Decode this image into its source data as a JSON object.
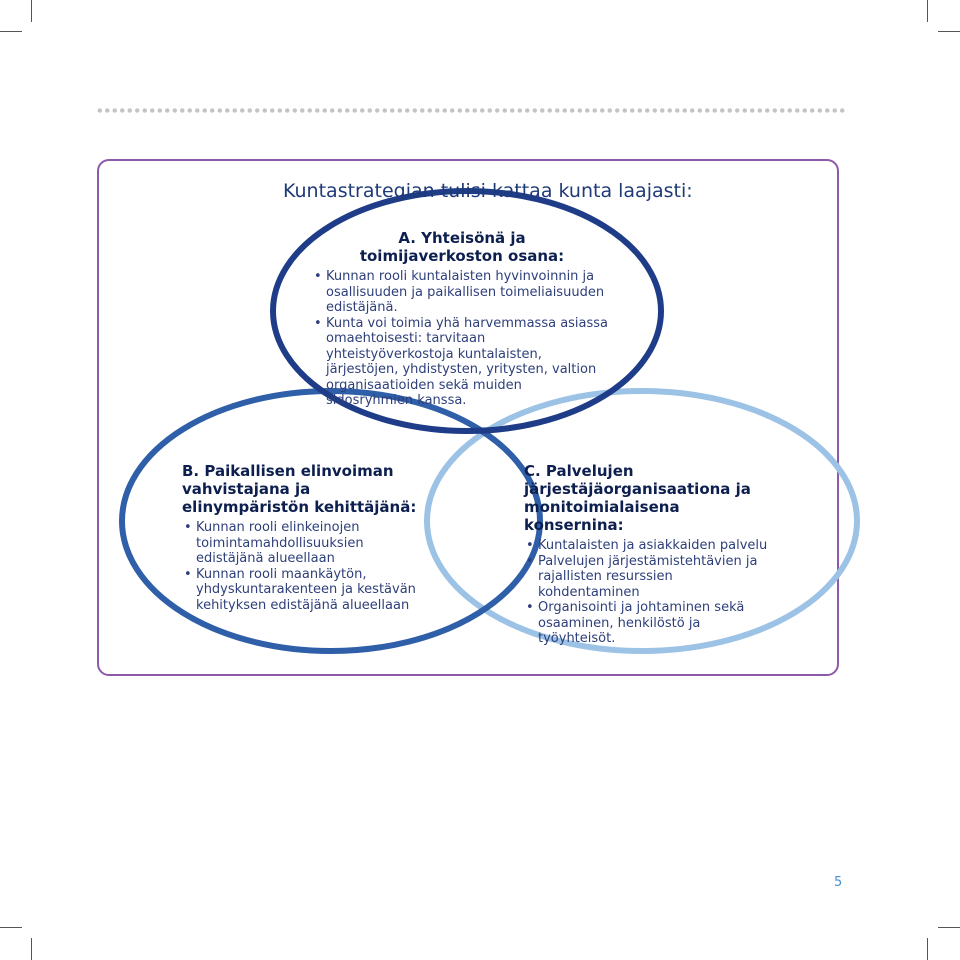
{
  "title": "Kuntastrategian tulisi kattaa kunta laajasti:",
  "circles": [
    {
      "id": "A",
      "heading": "A. Yhteisönä ja\ntoimijaverkoston osana:",
      "color": "#1f3c88",
      "bullets": [
        "Kunnan rooli kuntalaisten hyvinvoinnin ja osallisuuden ja paikallisen toimeliaisuuden edistäjänä.",
        "Kunta voi toimia yhä harvemmassa asiassa omaehtoisesti: tarvitaan yhteistyöverkostoja kuntalaisten, järjestöjen, yhdistysten, yritysten, valtion organisaatioiden sekä muiden sidosryhmien kanssa."
      ]
    },
    {
      "id": "B",
      "heading": "B. Paikallisen elinvoiman vahvistajana ja elinympäristön kehittäjänä:",
      "color": "#2f5fa8",
      "bullets": [
        "Kunnan rooli elinkeinojen toimintamahdollisuuksien edistäjänä alueellaan",
        "Kunnan rooli maankäytön, yhdyskuntarakenteen ja kestävän kehityksen edistäjänä alueellaan"
      ]
    },
    {
      "id": "C",
      "heading": "C. Palvelujen järjestäjäorganisaationa ja monitoimialaisena konsernina:",
      "color": "#9cc2e5",
      "bullets": [
        "Kuntalaisten ja asiakkaiden palvelu",
        "Palvelujen järjestämistehtävien ja rajallisten resurssien kohdentaminen",
        "Organisointi ja johtaminen sekä osaaminen, henkilöstö ja työyhteisöt."
      ]
    }
  ],
  "page_number": "5",
  "colors": {
    "frame_border": "#8c5aa8",
    "title_text": "#1f3a78",
    "heading_text": "#0d1f4f",
    "body_text": "#2e3f7a",
    "page_number": "#4a8fd0"
  }
}
